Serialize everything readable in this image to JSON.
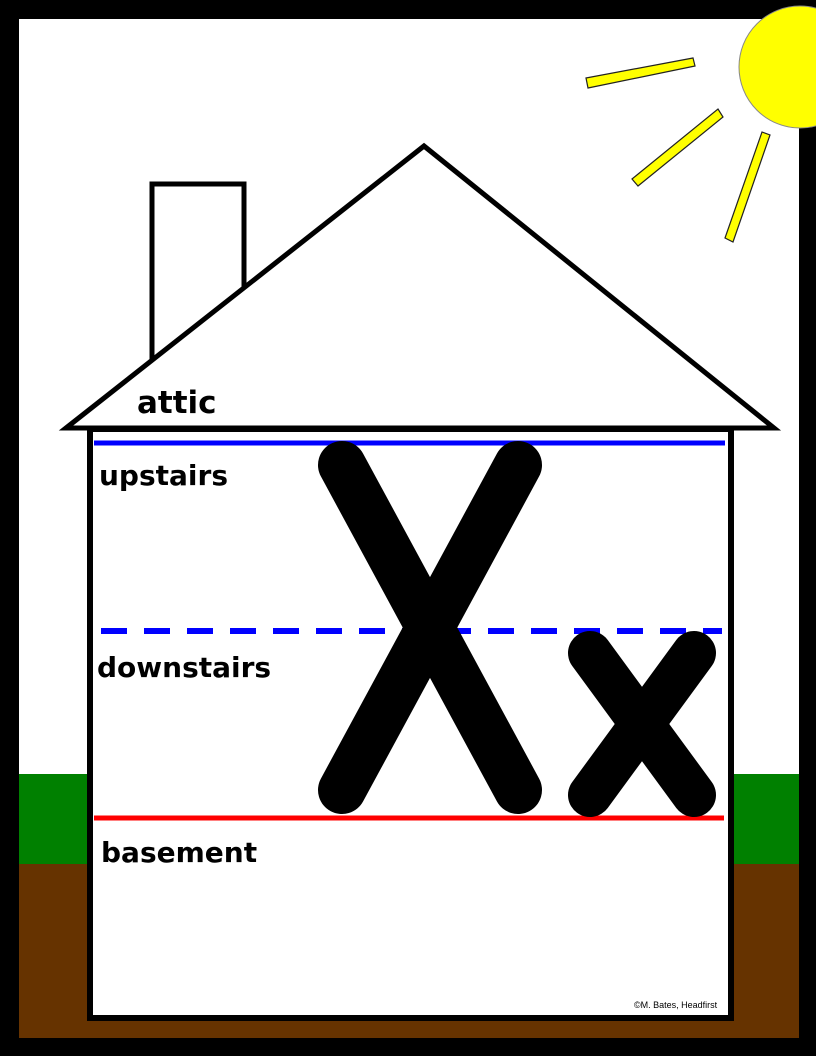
{
  "labels": {
    "attic": "attic",
    "upstairs": "upstairs",
    "downstairs": "downstairs",
    "basement": "basement"
  },
  "letters": {
    "uppercase": "X",
    "lowercase": "x"
  },
  "credit": "©M. Bates, Headfirst",
  "icons": [
    "sun-icon",
    "house-icon",
    "chimney-icon"
  ],
  "colors": {
    "border": "#000000",
    "sky": "#ffffff",
    "grass": "#008000",
    "soil": "#663300",
    "sun": "#ffff00",
    "topline": "#0000ff",
    "midline": "#0000ff",
    "baseline": "#ff0000",
    "letter": "#000000"
  }
}
